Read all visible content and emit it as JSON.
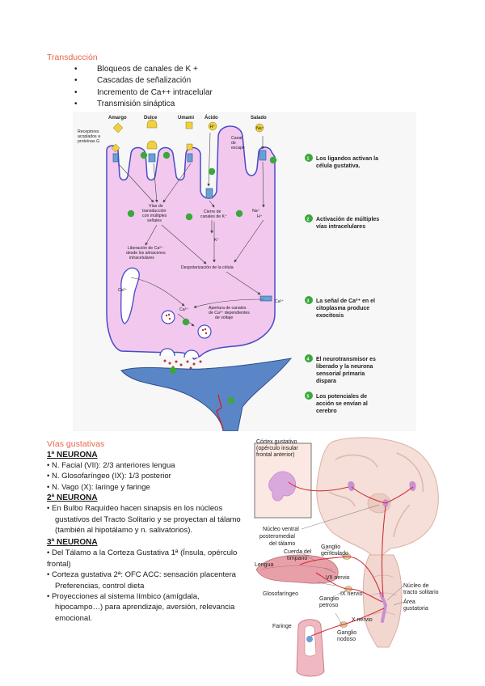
{
  "transduccion": {
    "title": "Transducción",
    "bullets": [
      "Bloqueos de canales de K +",
      "Cascadas de señalización",
      "Incremento de Ca++ intracelular",
      "Transmisión sináptica"
    ]
  },
  "cell_figure": {
    "tastes": [
      "Amargo",
      "Dulce",
      "Umami",
      "Ácido",
      "Salado"
    ],
    "ions": {
      "h": "H⁺",
      "na": "Na⁺",
      "k": "K⁺",
      "ca": "Ca²⁺"
    },
    "labels": {
      "receptores": [
        "Receptores",
        "acoplados a",
        "proteínas G"
      ],
      "canal": [
        "Canal",
        "de",
        "escape"
      ],
      "vias": [
        "Vías de",
        "transducción",
        "con múltiples",
        "señales"
      ],
      "cierre": [
        "Cierre de",
        "canales de K⁺"
      ],
      "liberacion": [
        "Liberación de Ca²⁺",
        "desde los almacenes",
        "intracelulares"
      ],
      "despolarizacion": "Despolarización de la célula",
      "apertura": [
        "Apertura de canales",
        "de Ca²⁺ dependientes",
        "de voltaje"
      ]
    },
    "step_numbers": [
      "1",
      "2",
      "3",
      "4",
      "5"
    ],
    "steps": [
      [
        "Los ligandos activan la",
        "célula gustativa."
      ],
      [
        "Activación de múltiples",
        "vías intracelulares"
      ],
      [
        "La señal de Ca²⁺ en el",
        "citoplasma produce",
        "exocitosis"
      ],
      [
        "El neurotransmisor es",
        "liberado y la neurona",
        "sensorial primaria",
        "dispara"
      ],
      [
        "Los potenciales de",
        "acción se envían al",
        "cerebro"
      ]
    ]
  },
  "vias": {
    "title": "Vías gustativas",
    "n1_head": "1ª NEURONA",
    "n1_items": [
      "• N. Facial (VII): 2/3 anteriores lengua",
      "• N. Glosofaríngeo (IX): 1/3 posterior",
      "• N. Vago (X): laringe y faringe"
    ],
    "n2_head": "2ª NEURONA",
    "n2_items": [
      "• En Bulbo Raquídeo hacen sinapsis en los  núcleos gustativos del Tracto Solitario  y se  proyectan al tálamo (también al hipotálamo y n. salivatorios)."
    ],
    "n3_head": "3ª NEURONA",
    "n3_items": [
      "• Del Tálamo a la Corteza Gustativa 1ª (Ínsula, opérculo frontal)",
      "• Corteza gustativa 2ª: OFC  ACC: sensación placentera Preferencias, control dieta",
      "• Proyecciones al sistema límbico (amígdala, hipocampo…) para aprendizaje, aversión, relevancia emocional."
    ]
  },
  "brain_figure": {
    "cortex_box": [
      "Córtex gustativo",
      "(opérculo insular",
      "frontal anterior)"
    ],
    "nucleo_vpm": [
      "Núcleo ventral",
      "posteromedial",
      "del tálamo"
    ],
    "ganglio_geniculado": [
      "Ganglio",
      "geniculado"
    ],
    "cuerda": [
      "Cuerda del",
      "tímpano"
    ],
    "lengua": "Lengua",
    "vii": "VII nervio",
    "glosofaringeo": "Glosofaríngeo",
    "ix": "IX nervio",
    "ganglio_petroso": [
      "Ganglio",
      "petroso"
    ],
    "x": "X nervio",
    "faringe": "Faringe",
    "ganglio_nodoso": [
      "Ganglio",
      "nodoso"
    ],
    "nucleo_ts": [
      "Núcleo de",
      "tracto solitario"
    ],
    "area": [
      "Área",
      "gustatoria"
    ]
  },
  "colors": {
    "accent": "#e8654a",
    "cell": "#f2c8ee",
    "cell_outline": "#4a4ac8",
    "neuron": "#5a86c8",
    "step": "#3aa83a"
  }
}
